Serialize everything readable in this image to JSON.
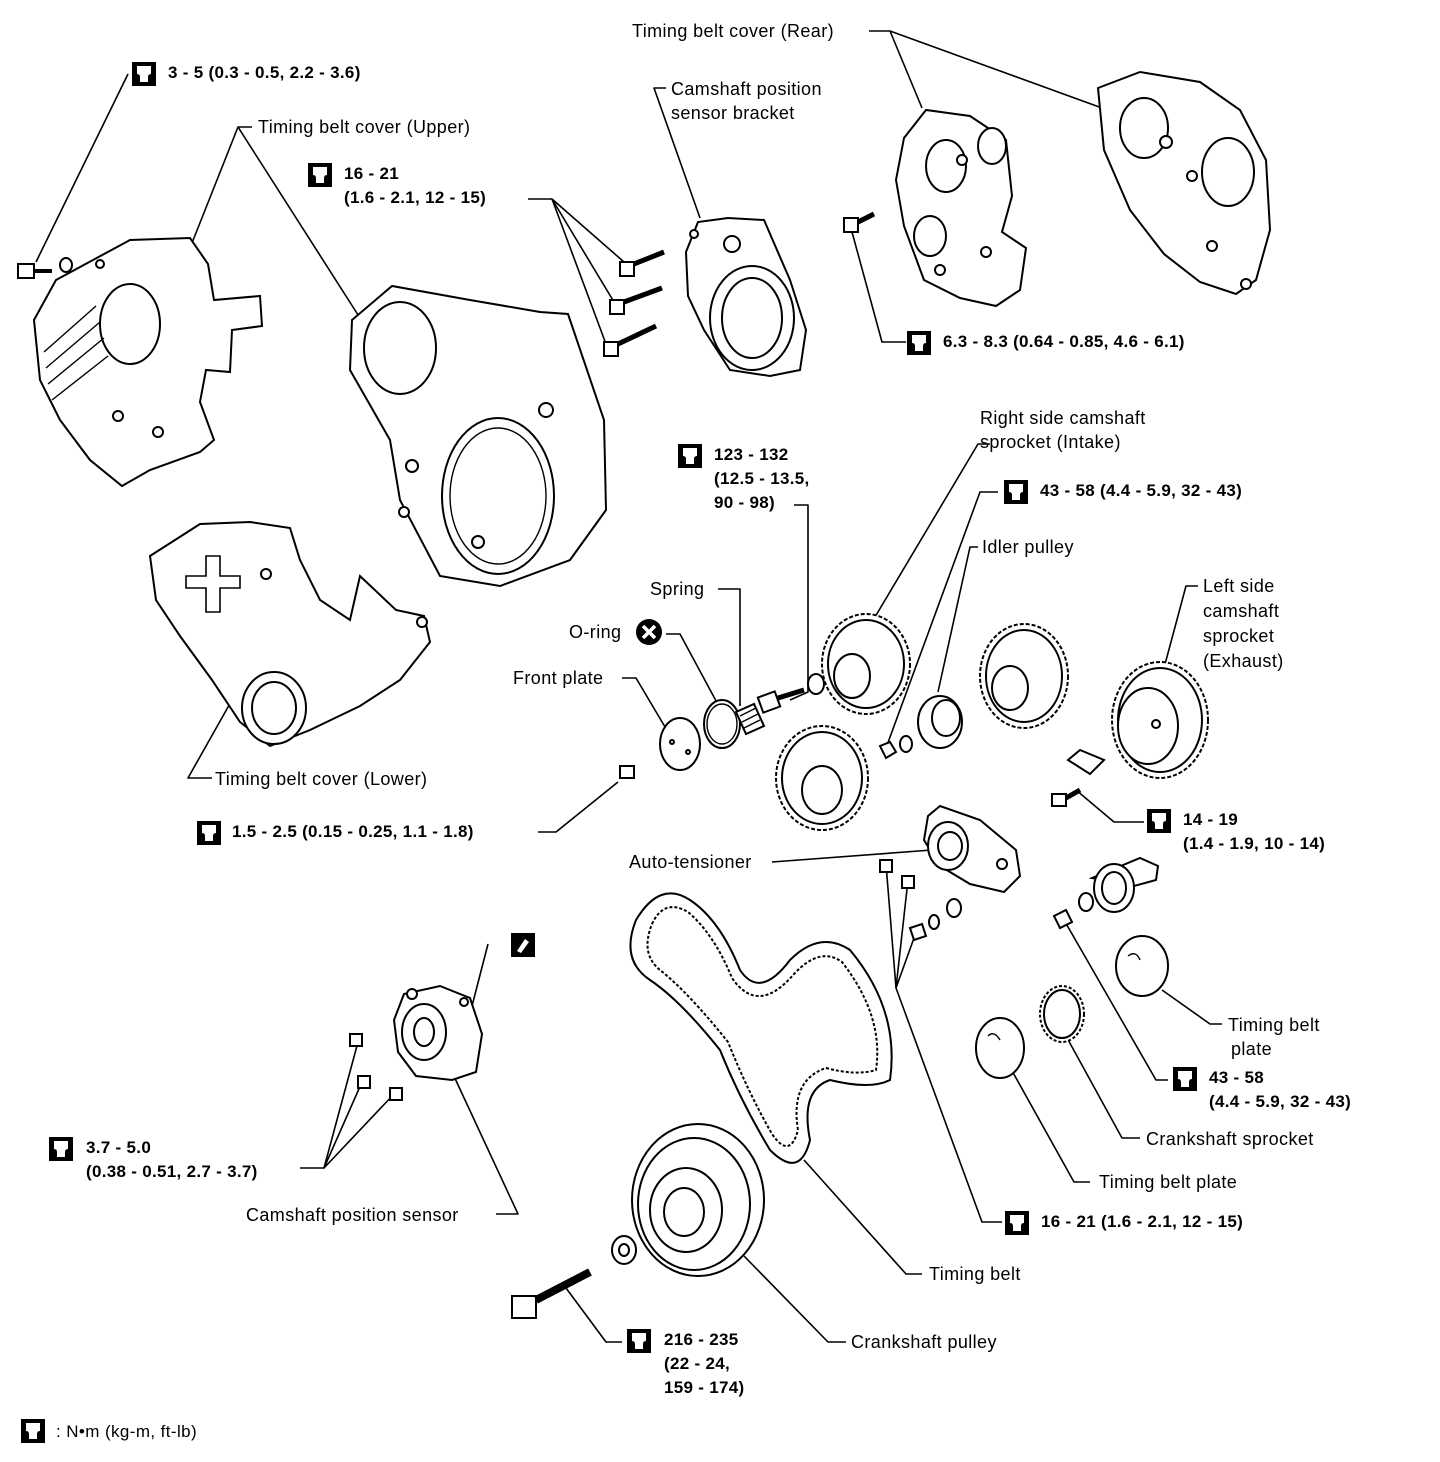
{
  "labels": {
    "cover_rear": "Timing belt cover (Rear)",
    "cam_bracket": [
      "Camshaft position",
      "sensor bracket"
    ],
    "cover_upper": "Timing belt cover (Upper)",
    "cover_lower": "Timing belt cover (Lower)",
    "right_sprocket": [
      "Right side camshaft",
      "sprocket (Intake)"
    ],
    "idler": "Idler pulley",
    "left_sprocket": [
      "Left side",
      "camshaft",
      "sprocket",
      "(Exhaust)"
    ],
    "spring": "Spring",
    "oring": "O-ring",
    "front_plate": "Front plate",
    "auto_tensioner": "Auto-tensioner",
    "timing_belt_plate_upper": [
      "Timing belt",
      "plate"
    ],
    "crank_sprocket": "Crankshaft sprocket",
    "timing_belt_plate_lower": "Timing belt plate",
    "timing_belt": "Timing belt",
    "crank_pulley": "Crankshaft pulley",
    "cam_sensor": "Camshaft position sensor"
  },
  "torques": {
    "t1": [
      "3 - 5 (0.3 - 0.5, 2.2 - 3.6)"
    ],
    "t2": [
      "16 - 21",
      "(1.6 - 2.1, 12 - 15)"
    ],
    "t3": [
      "6.3 - 8.3 (0.64 - 0.85, 4.6 - 6.1)"
    ],
    "t4": [
      "123 - 132",
      "(12.5 - 13.5,",
      "90 - 98)"
    ],
    "t5": [
      "43 - 58 (4.4 - 5.9, 32 - 43)"
    ],
    "t6": [
      "1.5 - 2.5 (0.15 - 0.25, 1.1 - 1.8)"
    ],
    "t7": [
      "14 - 19",
      "(1.4 - 1.9, 10 - 14)"
    ],
    "t8": [
      "43 - 58",
      "(4.4 - 5.9, 32 - 43)"
    ],
    "t9": [
      "3.7 - 5.0",
      "(0.38 - 0.51, 2.7 - 3.7)"
    ],
    "t10": [
      "16 - 21 (1.6 - 2.1, 12 - 15)"
    ],
    "t11": [
      "216 - 235",
      "(22 - 24,",
      "159 - 174)"
    ]
  },
  "legend": {
    "text": ": N•m (kg-m, ft-lb)"
  }
}
